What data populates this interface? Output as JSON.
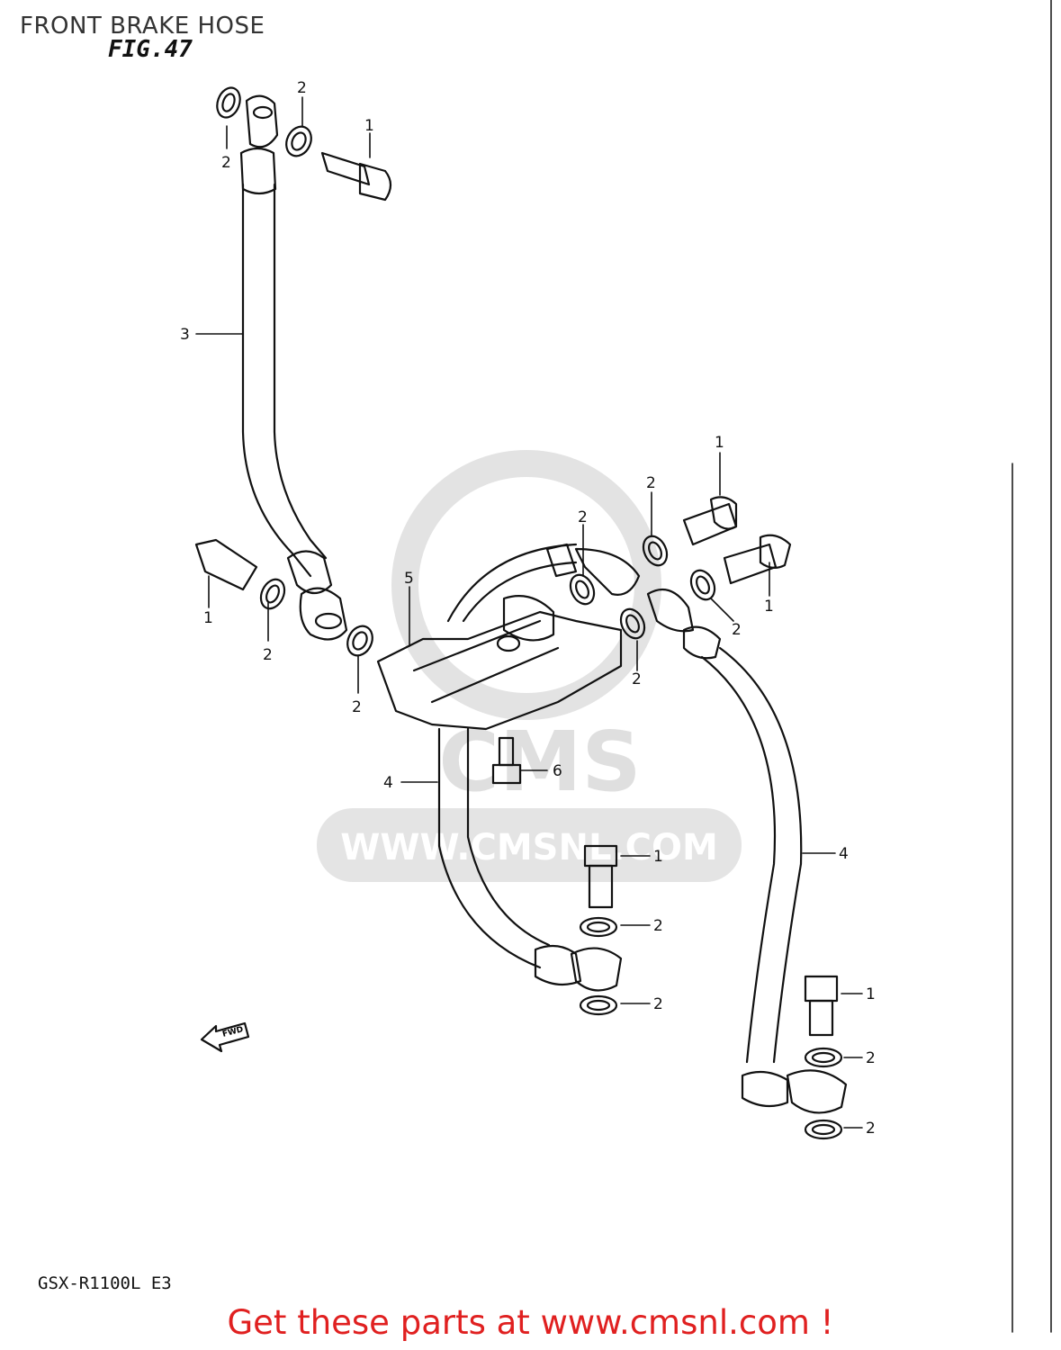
{
  "header": {
    "title": "FRONT BRAKE HOSE",
    "figure": "FIG.47"
  },
  "footer": {
    "model": "GSX-R1100L E3",
    "promo": "Get these parts at www.cmsnl.com !"
  },
  "watermark": {
    "brand": "CMS",
    "url": "WWW.CMSNL.COM"
  },
  "fwd_arrow": "FWD",
  "callouts": {
    "c1a": "2",
    "c1b": "1",
    "c1c": "2",
    "c3": "3",
    "c2a": "1",
    "c2b": "2",
    "c2c": "2",
    "c5": "5",
    "c6": "6",
    "c4a": "4",
    "c4b": "4",
    "r1": "2",
    "r2": "2",
    "r3": "1",
    "r4": "1",
    "r5": "2",
    "r6": "2",
    "b1": "1",
    "b2": "2",
    "b3": "2",
    "d1": "1",
    "d2": "2",
    "d3": "2"
  },
  "colors": {
    "line": "#111111",
    "promo": "#e02020",
    "watermark": "#dddddd"
  }
}
